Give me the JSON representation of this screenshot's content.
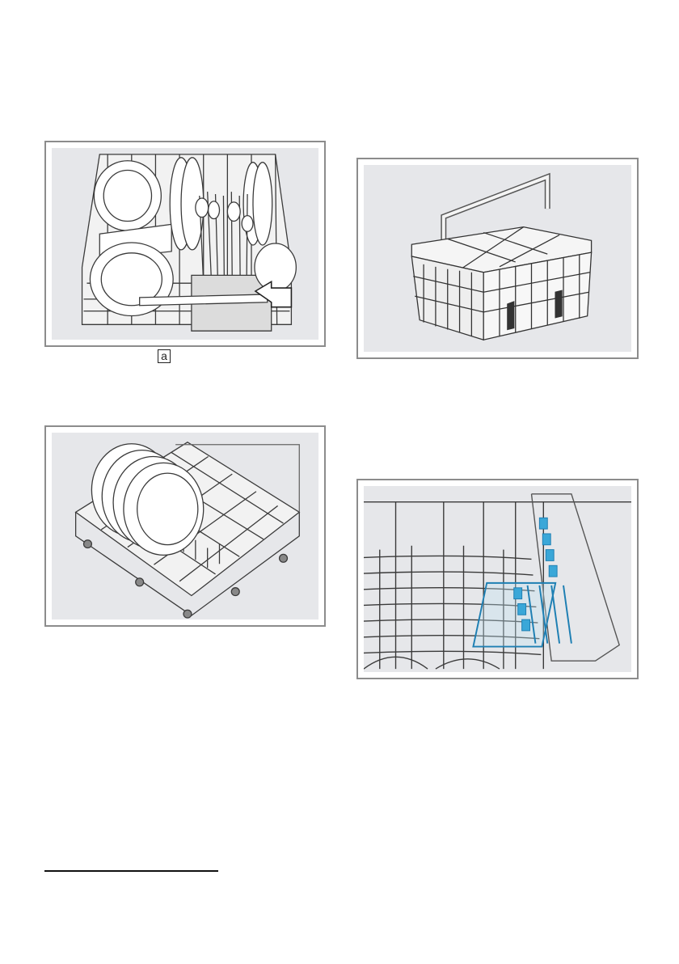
{
  "figures": [
    {
      "name": "upper-basket-loaded",
      "callout": "a"
    },
    {
      "name": "cutlery-basket"
    },
    {
      "name": "lower-basket-plates"
    },
    {
      "name": "folding-rack-blue"
    }
  ],
  "colors": {
    "frame": "#8c8c8c",
    "panel": "#e6e7ea",
    "accent": "#3aa7d8"
  }
}
